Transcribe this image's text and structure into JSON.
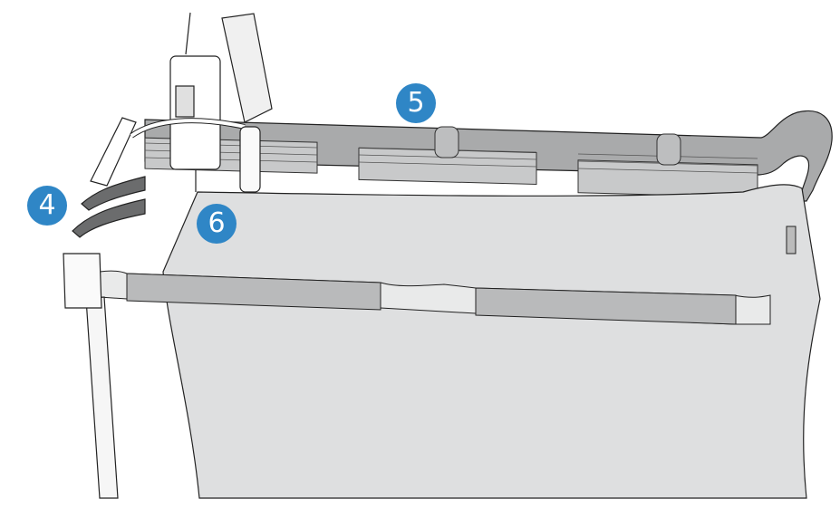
{
  "figure": {
    "subject": "Quilting machine mounted on quilting frame with fabric loaded",
    "colors": {
      "callout_fill": "#2f86c6",
      "callout_text": "#ffffff",
      "fabric": "#dedfe0",
      "rail": "#a9aaab",
      "outline": "#222222",
      "background": "#ffffff"
    }
  },
  "callouts": [
    {
      "number": "4",
      "label": "4"
    },
    {
      "number": "5",
      "label": "5"
    },
    {
      "number": "6",
      "label": "6"
    }
  ]
}
